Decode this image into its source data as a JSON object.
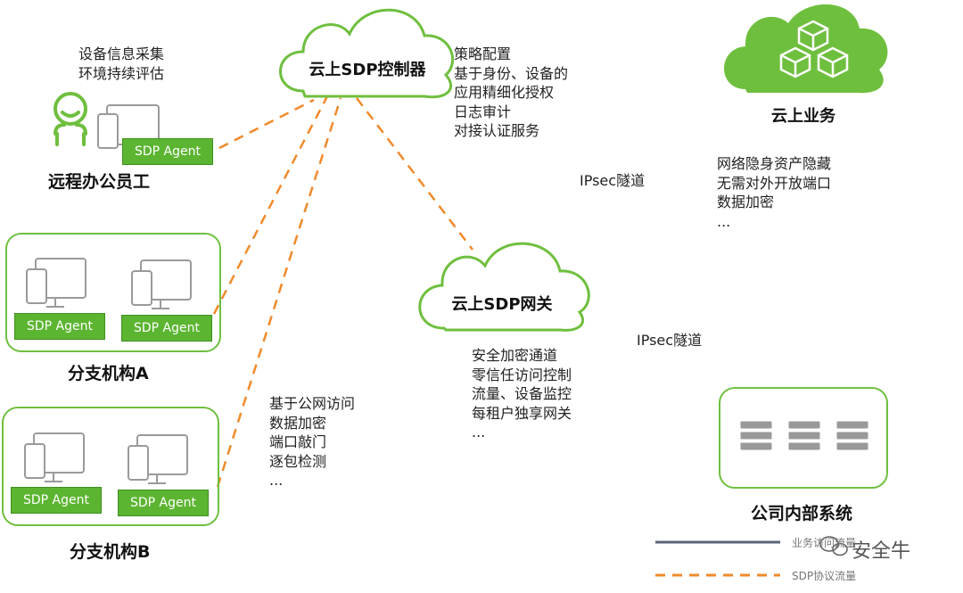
{
  "colors": {
    "green": "#6fbf3f",
    "agent_green": "#5cb531",
    "orange_dash": "#f08a2c",
    "business_line": "#5b6578",
    "device_gray": "#8a8a8a"
  },
  "controller": {
    "label": "云上SDP控制器",
    "features": [
      "策略配置",
      "基于身份、设备的",
      "应用精细化授权",
      "日志审计",
      "对接认证服务"
    ]
  },
  "cloud_business": {
    "label": "云上业务",
    "features": [
      "网络隐身资产隐藏",
      "无需对外开放端口",
      "数据加密",
      "..."
    ]
  },
  "gateway": {
    "label": "云上SDP网关",
    "features": [
      "安全加密通道",
      "零信任访问控制",
      "流量、设备监控",
      "每租户独享网关",
      "..."
    ]
  },
  "remote_worker": {
    "notes": [
      "设备信息采集",
      "环境持续评估"
    ],
    "agent": "SDP Agent",
    "label": "远程办公员工"
  },
  "branch_a": {
    "agents": [
      "SDP Agent",
      "SDP Agent"
    ],
    "label": "分支机构A"
  },
  "branch_b": {
    "agents": [
      "SDP Agent",
      "SDP Agent"
    ],
    "label": "分支机构B"
  },
  "branch_notes": [
    "基于公网访问",
    "数据加密",
    "端口敲门",
    "逐包检测",
    "..."
  ],
  "ipsec_top": "IPsec隧道",
  "ipsec_mid": "IPsec隧道",
  "internal_system": {
    "label": "公司内部系统"
  },
  "legend": {
    "business_flow": "业务访问流量",
    "sdp_flow": "SDP协议流量"
  },
  "watermark": "安全牛"
}
